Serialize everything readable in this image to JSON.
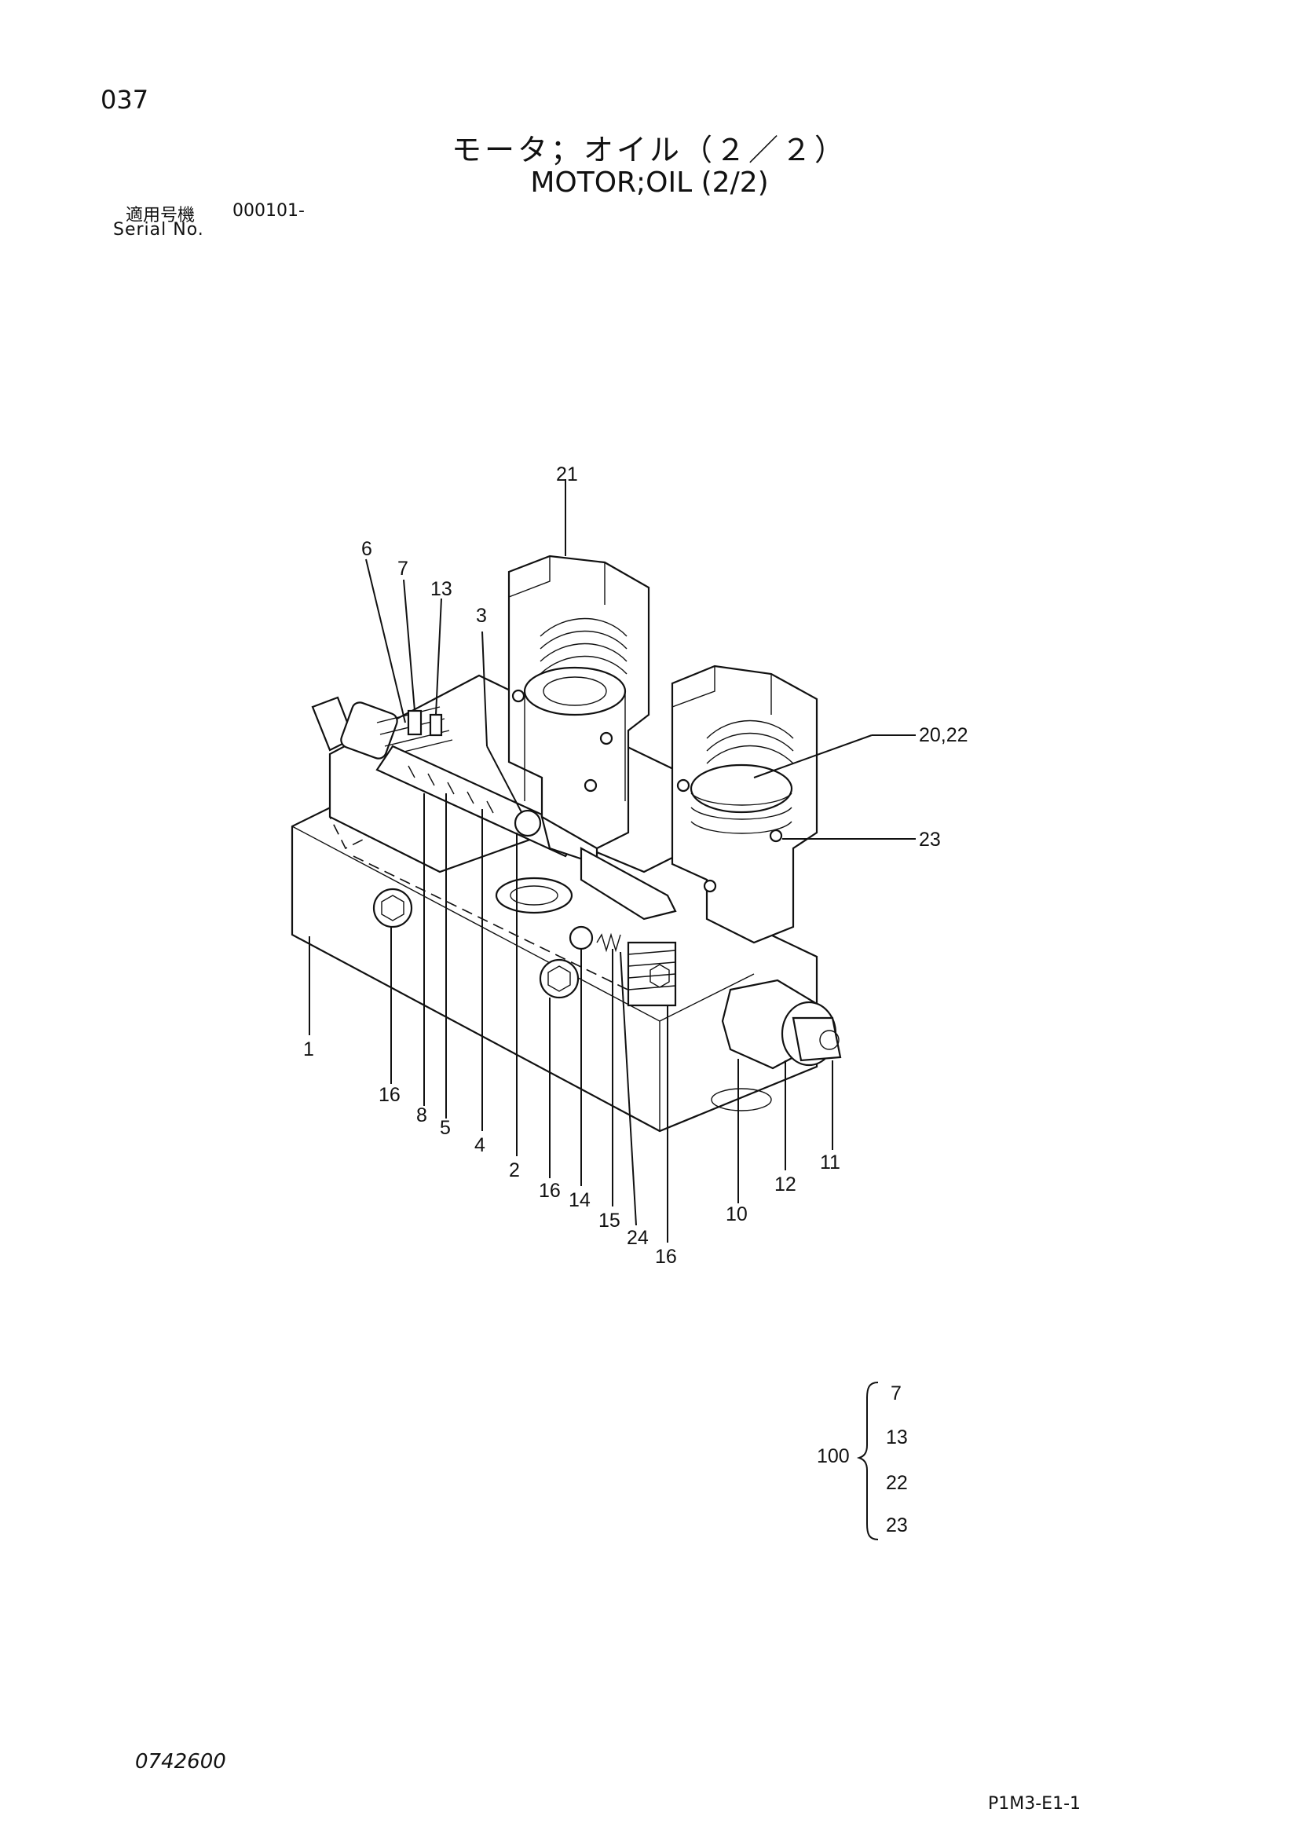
{
  "header": {
    "page_number": "037",
    "title_jp": "モータ；オイル（２／２）",
    "title_en": "MOTOR;OIL (2/2)",
    "serial_label_jp": "適用号機",
    "serial_value": "000101-",
    "serial_label_en": "Serial No."
  },
  "callouts": [
    {
      "id": "c21",
      "text": "21"
    },
    {
      "id": "c6",
      "text": "6"
    },
    {
      "id": "c7",
      "text": "7"
    },
    {
      "id": "c13",
      "text": "13"
    },
    {
      "id": "c3",
      "text": "3"
    },
    {
      "id": "c20_22",
      "text": "20,22"
    },
    {
      "id": "c23",
      "text": "23"
    },
    {
      "id": "c1",
      "text": "1"
    },
    {
      "id": "c16a",
      "text": "16"
    },
    {
      "id": "c8",
      "text": "8"
    },
    {
      "id": "c5",
      "text": "5"
    },
    {
      "id": "c4",
      "text": "4"
    },
    {
      "id": "c2",
      "text": "2"
    },
    {
      "id": "c16b",
      "text": "16"
    },
    {
      "id": "c14",
      "text": "14"
    },
    {
      "id": "c15",
      "text": "15"
    },
    {
      "id": "c24",
      "text": "24"
    },
    {
      "id": "c16c",
      "text": "16"
    },
    {
      "id": "c10",
      "text": "10"
    },
    {
      "id": "c12",
      "text": "12"
    },
    {
      "id": "c11",
      "text": "11"
    }
  ],
  "kit": {
    "number": "100",
    "items": [
      "7",
      "13",
      "22",
      "23"
    ]
  },
  "footer": {
    "doc_code": "0742600",
    "page_code": "P1M3-E1-1"
  }
}
